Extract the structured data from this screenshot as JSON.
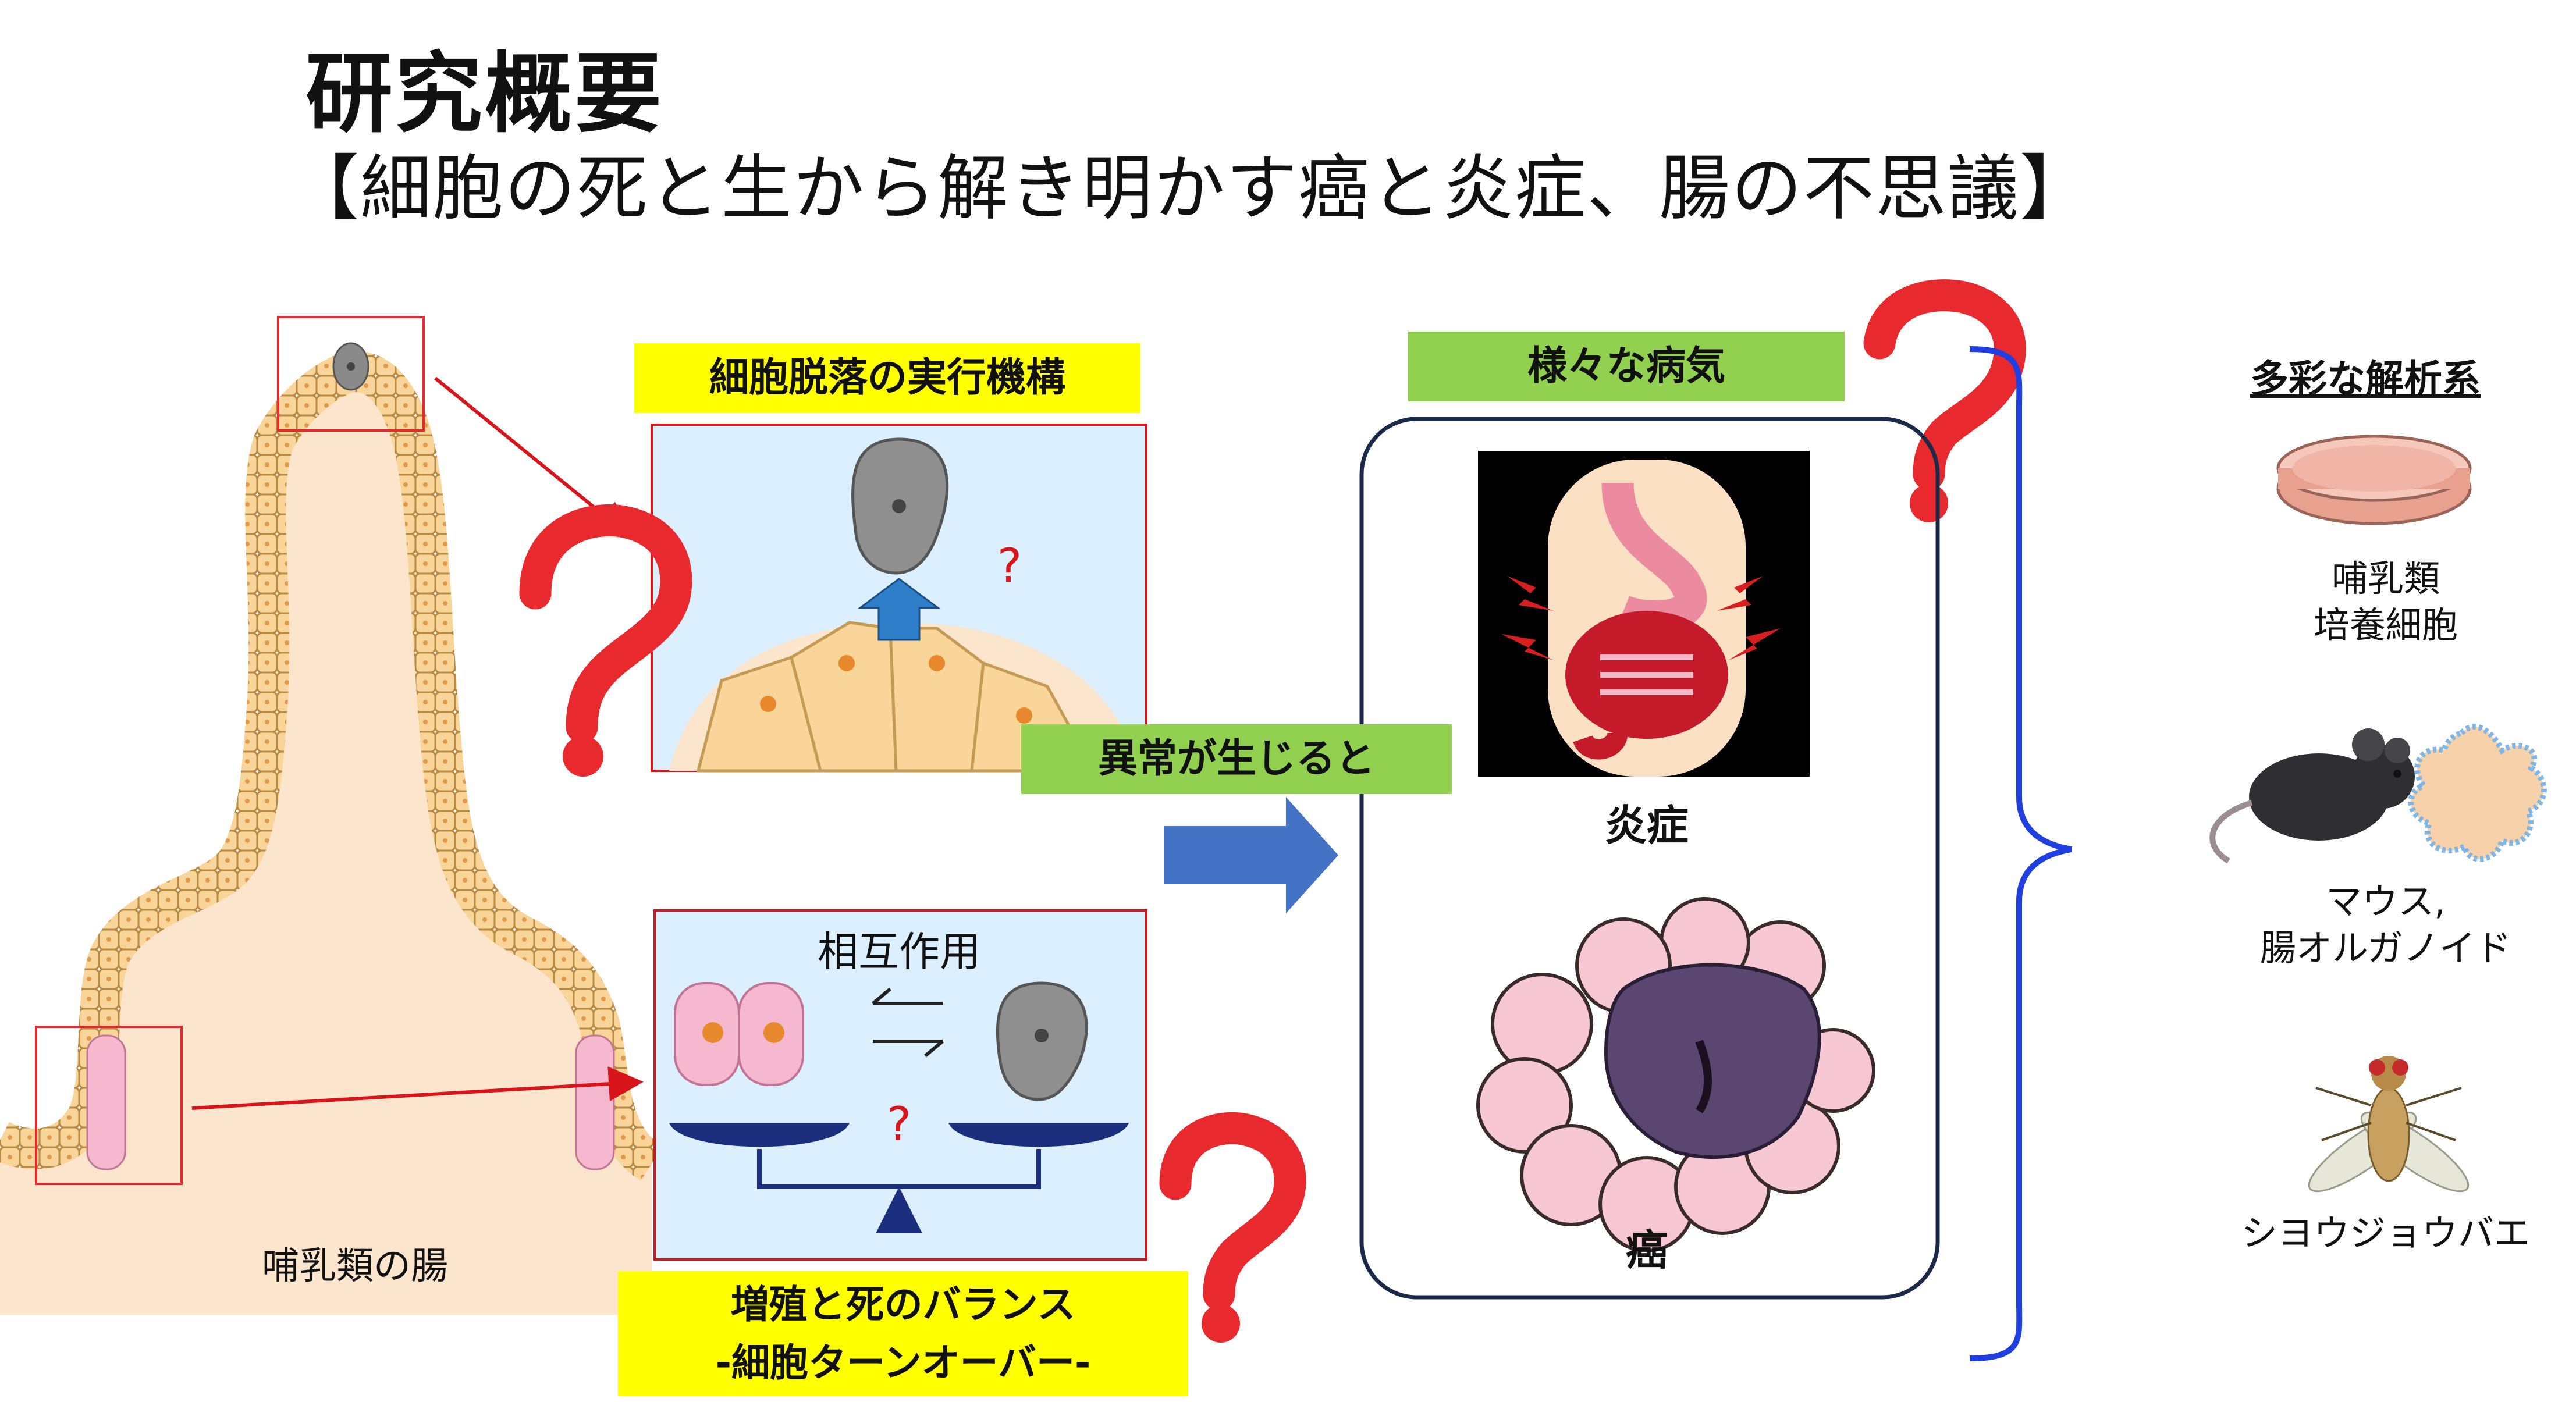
{
  "header": {
    "title": "研究概要",
    "subtitle": "【細胞の死と生から解き明かす癌と炎症、腸の不思議】"
  },
  "intestine": {
    "label": "哺乳類の腸"
  },
  "panel_top": {
    "heading": "細胞脱落の実行機構",
    "question_mark": "?"
  },
  "panel_bottom": {
    "interaction_label": "相互作用",
    "question_mark": "?",
    "heading_line1": "増殖と死のバランス",
    "heading_line2": "-細胞ターンオーバー-"
  },
  "flow": {
    "abnormal_label": "異常が生じると"
  },
  "diseases": {
    "heading": "様々な病気",
    "inflammation_label": "炎症",
    "cancer_label": "癌"
  },
  "analysis": {
    "heading": "多彩な解析系",
    "items": [
      {
        "line1": "哺乳類",
        "line2": "培養細胞"
      },
      {
        "line1": "マウス,",
        "line2": "腸オルガノイド"
      },
      {
        "line1": "シヨウジョウバエ",
        "line2": ""
      }
    ]
  },
  "colors": {
    "accent_red": "#e8292e",
    "highlight_yellow": "#ffff00",
    "highlight_green": "#92d050",
    "bracket_blue": "#1f3fe0",
    "panel_bg": "#dcefff",
    "tissue": "#fbe5cc",
    "cell": "#f9d59a"
  }
}
